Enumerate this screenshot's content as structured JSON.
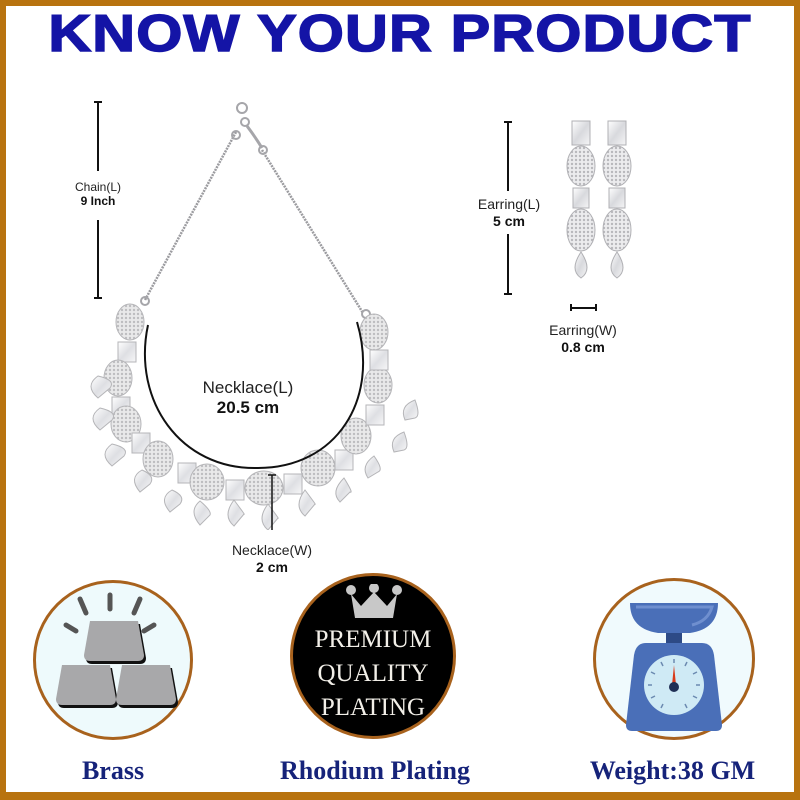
{
  "header": {
    "title": "KNOW YOUR PRODUCT"
  },
  "colors": {
    "frame_border": "#b8730f",
    "title_blue": "#1414a6",
    "caption_navy": "#16237a",
    "badge_ring": "#a8621d",
    "badge_bg_light": "#eefafc",
    "plating_badge_bg": "#000000",
    "scale_blue": "#4a6fb8"
  },
  "measurements": {
    "chain_length": {
      "label": "Chain(L)",
      "value": "9 Inch"
    },
    "necklace_length": {
      "label": "Necklace(L)",
      "value": "20.5 cm"
    },
    "necklace_width": {
      "label": "Necklace(W)",
      "value": "2 cm"
    },
    "earring_length": {
      "label": "Earring(L)",
      "value": "5 cm"
    },
    "earring_width": {
      "label": "Earring(W)",
      "value": "0.8 cm"
    }
  },
  "features": [
    {
      "icon": "brass-bars-icon",
      "caption": "Brass"
    },
    {
      "icon": "crown-icon",
      "badge_lines": [
        "PREMIUM",
        "QUALITY",
        "PLATING"
      ],
      "caption": "Rhodium Plating"
    },
    {
      "icon": "weighing-scale-icon",
      "caption": "Weight:38 GM"
    }
  ]
}
